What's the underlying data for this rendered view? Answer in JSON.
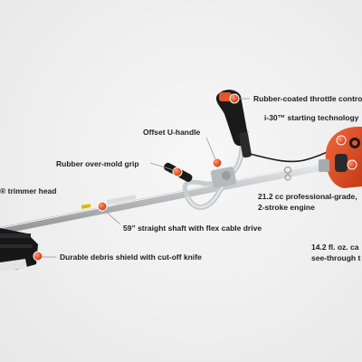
{
  "colors": {
    "accent_orange": "#e8542a",
    "shaft_silver": "#c9ccce",
    "handle_black": "#1a1a1a",
    "label_text": "#1e1e1e",
    "background": "#f1f1f1"
  },
  "labels": {
    "throttle": "Rubber-coated throttle contro",
    "starting": "i-30™ starting technology",
    "u_handle": "Offset U-handle",
    "grip": "Rubber over-mold grip",
    "trimmer_head": "® trimmer head",
    "engine_line1": "21.2 cc professional-grade,",
    "engine_line2": "2-stroke engine",
    "shaft": "59” straight shaft with flex cable drive",
    "tank_line1": "14.2 fl. oz. ca",
    "tank_line2": "see-through t",
    "shield": "Durable debris shield with cut-off knife"
  },
  "icons": [
    "callout-dot-icon"
  ]
}
